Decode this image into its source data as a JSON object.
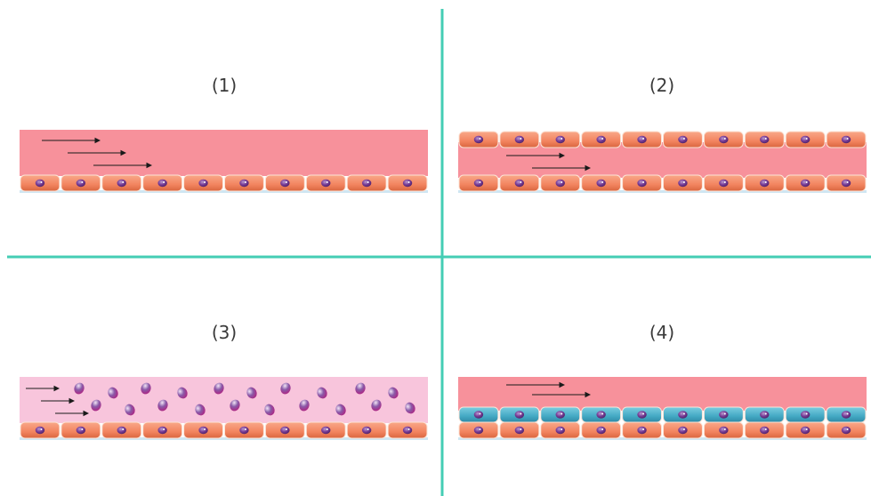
{
  "panels": [
    {
      "label": "(1)",
      "variant": "flow-over-single-layer"
    },
    {
      "label": "(2)",
      "variant": "flow-between-two-layers"
    },
    {
      "label": "(3)",
      "variant": "flow-with-suspended-cells"
    },
    {
      "label": "(4)",
      "variant": "flow-over-double-layer"
    }
  ],
  "colors": {
    "divider": "#44cdb4",
    "channel_pink": "#f7919b",
    "channel_light_pink": "#f8c5dc",
    "cell_orange": "#f48a66",
    "cell_blue": "#4fb3cc",
    "nucleus_purple": "#6a2f86",
    "membrane": "#cfe6f2",
    "suspended_cell": "#b5318d"
  }
}
